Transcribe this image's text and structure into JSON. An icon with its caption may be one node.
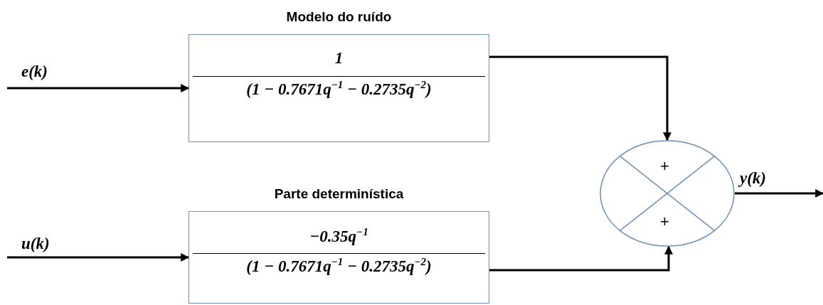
{
  "diagram": {
    "nodes": [
      {
        "text": [
          "Modelo do ruído",
          "1",
          "(1 − 0.7671q$^{−1}$ − 0.2735q$^{−2}$)"
        ]
      },
      {
        "text": [
          "Parte determinística",
          "−0.35q$^{−1}$",
          "(1 − 0.7671q$^{−1}$ − 0.2735q$^{−2}$)"
        ]
      },
      {
        "text": [
          "+",
          "+"
        ]
      }
    ],
    "edges": [
      {
        "from": null,
        "to": 0,
        "arrow": "to",
        "label": "e(k)"
      },
      {
        "from": null,
        "to": 1,
        "arrow": "to",
        "label": "u(k)"
      },
      {
        "from": 0,
        "to": 2,
        "arrow": "to"
      },
      {
        "from": 1,
        "to": 2,
        "arrow": "to"
      },
      {
        "from": 2,
        "to": null,
        "arrow": "to",
        "label": "y(k)"
      }
    ]
  }
}
